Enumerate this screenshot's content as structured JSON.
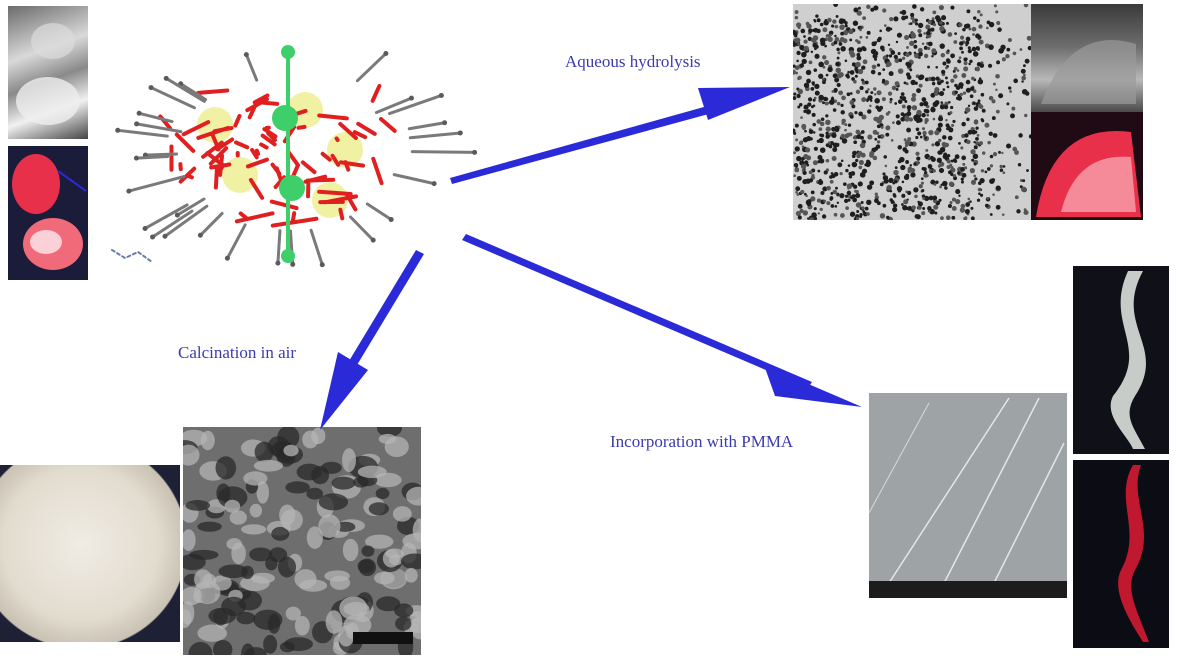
{
  "labels": {
    "hydrolysis": "Aqueous hydrolysis",
    "calcination": "Calcination in air",
    "pmma": "Incorporation with PMMA"
  },
  "colors": {
    "arrow": "#2a2ad8",
    "label_text": "#3b3bb0",
    "oxygen": "#e02020",
    "silicon": "#e6e65a",
    "lanthanide": "#3ecf6a",
    "carbon": "#7a7a7a",
    "luminescence_red": "#e8304a"
  },
  "images": {
    "crystal_photos": [
      "crystal-daylight-photo",
      "crystal-uv-photo"
    ],
    "molecular_structure": "cluster-structure-model",
    "hydrolysis_products": [
      "nanoparticle-tem-image",
      "film-daylight-photo",
      "film-uv-photo"
    ],
    "calcination_products": [
      "white-powder-photo",
      "porous-tem-image"
    ],
    "pmma_products": [
      "composite-sem-image",
      "ribbon-daylight-photo",
      "ribbon-uv-photo"
    ]
  }
}
